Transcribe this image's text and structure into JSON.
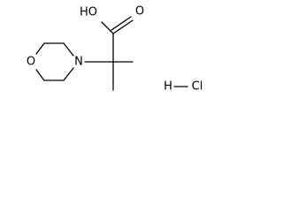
{
  "molecule": {
    "atoms": {
      "hydroxyl": "HO",
      "carbonyl_oxygen": "O",
      "ring_oxygen": "O",
      "ring_nitrogen": "N",
      "salt_hydrogen": "H",
      "salt_chlorine": "Cl"
    }
  }
}
